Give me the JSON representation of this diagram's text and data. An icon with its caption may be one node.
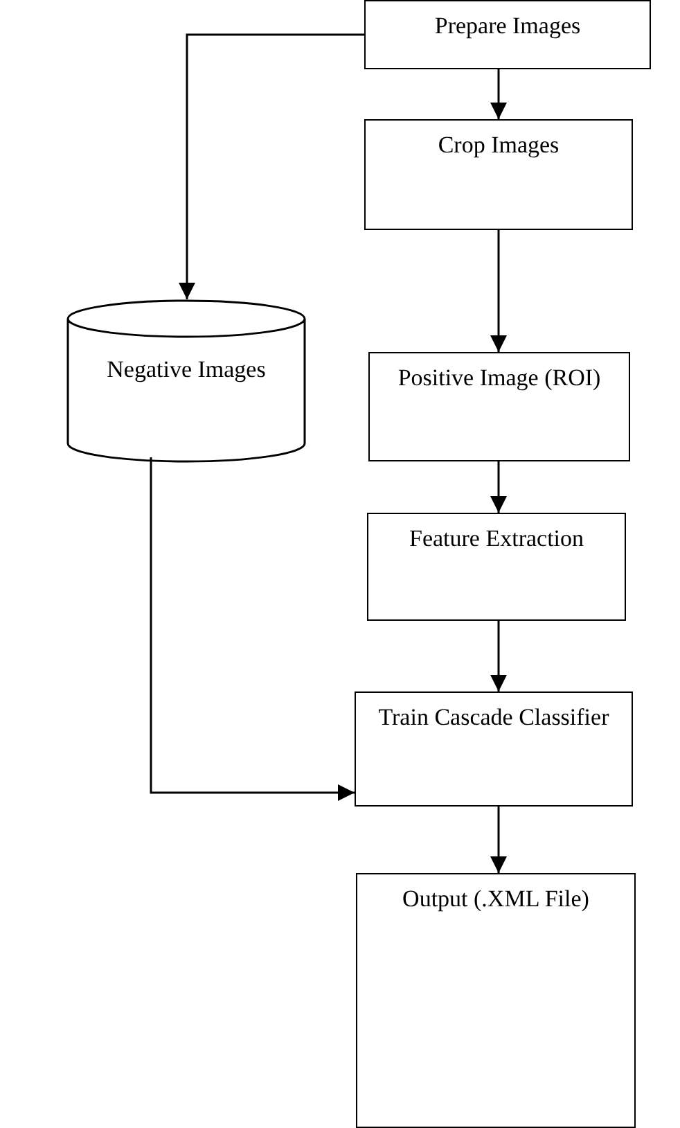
{
  "diagram": {
    "nodes": [
      {
        "text": [
          "Prepare Images"
        ]
      },
      {
        "text": [
          "Negative Images"
        ]
      },
      {
        "text": [
          "Crop Images"
        ]
      },
      {
        "text": [
          "Positive Image (ROI)"
        ]
      },
      {
        "text": [
          "Feature Extraction"
        ]
      },
      {
        "text": [
          "Train Cascade Classifier"
        ]
      },
      {
        "text": [
          "Output (.XML File)"
        ]
      }
    ],
    "edges": [
      {
        "from": 0,
        "to": 1,
        "arrow": "to"
      },
      {
        "from": 0,
        "to": 2,
        "arrow": "to"
      },
      {
        "from": 2,
        "to": 3,
        "arrow": "to"
      },
      {
        "from": 3,
        "to": 4,
        "arrow": "to"
      },
      {
        "from": 4,
        "to": 5,
        "arrow": "to"
      },
      {
        "from": 1,
        "to": 5,
        "arrow": "to"
      },
      {
        "from": 5,
        "to": 6,
        "arrow": "to"
      }
    ]
  }
}
